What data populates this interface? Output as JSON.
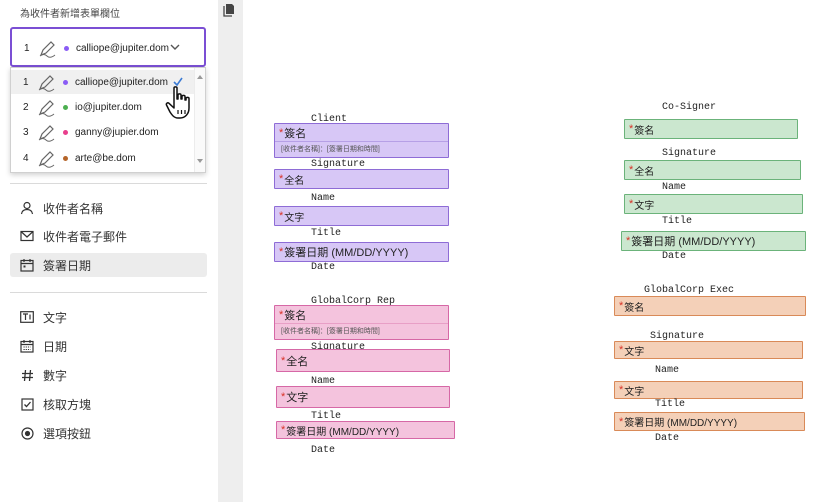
{
  "panel": {
    "title": "為收件者新增表單欄位"
  },
  "selected_recipient": {
    "number": "1",
    "email": "calliope@jupiter.dom",
    "color": "#8a5cf5"
  },
  "recipients": [
    {
      "number": "1",
      "email": "calliope@jupiter.dom",
      "color": "#8a5cf5",
      "selected": true
    },
    {
      "number": "2",
      "email": "io@jupiter.dom",
      "color": "#4caf50"
    },
    {
      "number": "3",
      "email": "ganny@jupier.dom",
      "color": "#e83e8c"
    },
    {
      "number": "4",
      "email": "arte@be.dom",
      "color": "#b5652a"
    }
  ],
  "field_types_recipient": [
    {
      "label": "收件者名稱",
      "icon": "person-icon"
    },
    {
      "label": "收件者電子郵件",
      "icon": "mail-icon"
    },
    {
      "label": "簽署日期",
      "icon": "calendar-icon",
      "active": true
    }
  ],
  "field_types_general": [
    {
      "label": "文字",
      "icon": "text-icon"
    },
    {
      "label": "日期",
      "icon": "calendar-icon"
    },
    {
      "label": "數字",
      "icon": "hash-icon"
    },
    {
      "label": "核取方塊",
      "icon": "checkbox-icon"
    },
    {
      "label": "選項按鈕",
      "icon": "radio-icon"
    }
  ],
  "document": {
    "client": {
      "heading": "Client",
      "signature_field": "簽名",
      "signature_sub": "[收件者名稱]：[簽署日期和時間]",
      "signature_label": "Signature",
      "name_field": "全名",
      "name_label": "Name",
      "title_field": "文字",
      "title_label": "Title",
      "date_field": "簽署日期 (MM/DD/YYYY)",
      "date_label": "Date"
    },
    "cosigner": {
      "heading": "Co-Signer",
      "signature_field": "簽名",
      "signature_label": "Signature",
      "name_field": "全名",
      "name_label": "Name",
      "title_field": "文字",
      "title_label": "Title",
      "date_field": "簽署日期 (MM/DD/YYYY)",
      "date_label": "Date"
    },
    "globalcorp_rep": {
      "heading": "GlobalCorp Rep",
      "signature_field": "簽名",
      "signature_sub": "[收件者名稱]：[簽署日期和時間]",
      "signature_label": "Signature",
      "name_field": "全名",
      "name_label": "Name",
      "title_field": "文字",
      "title_label": "Title",
      "date_field": "簽署日期 (MM/DD/YYYY)",
      "date_label": "Date"
    },
    "globalcorp_exec": {
      "heading": "GlobalCorp Exec",
      "signature_field": "簽名",
      "signature_label": "Signature",
      "name_field": "文字",
      "name_label": "Name",
      "title_field": "文字",
      "title_label": "Title",
      "date_field": "簽署日期 (MM/DD/YYYY)",
      "date_label": "Date"
    }
  },
  "colors": {
    "accent": "#7b4fd4",
    "required": "#d93025"
  }
}
